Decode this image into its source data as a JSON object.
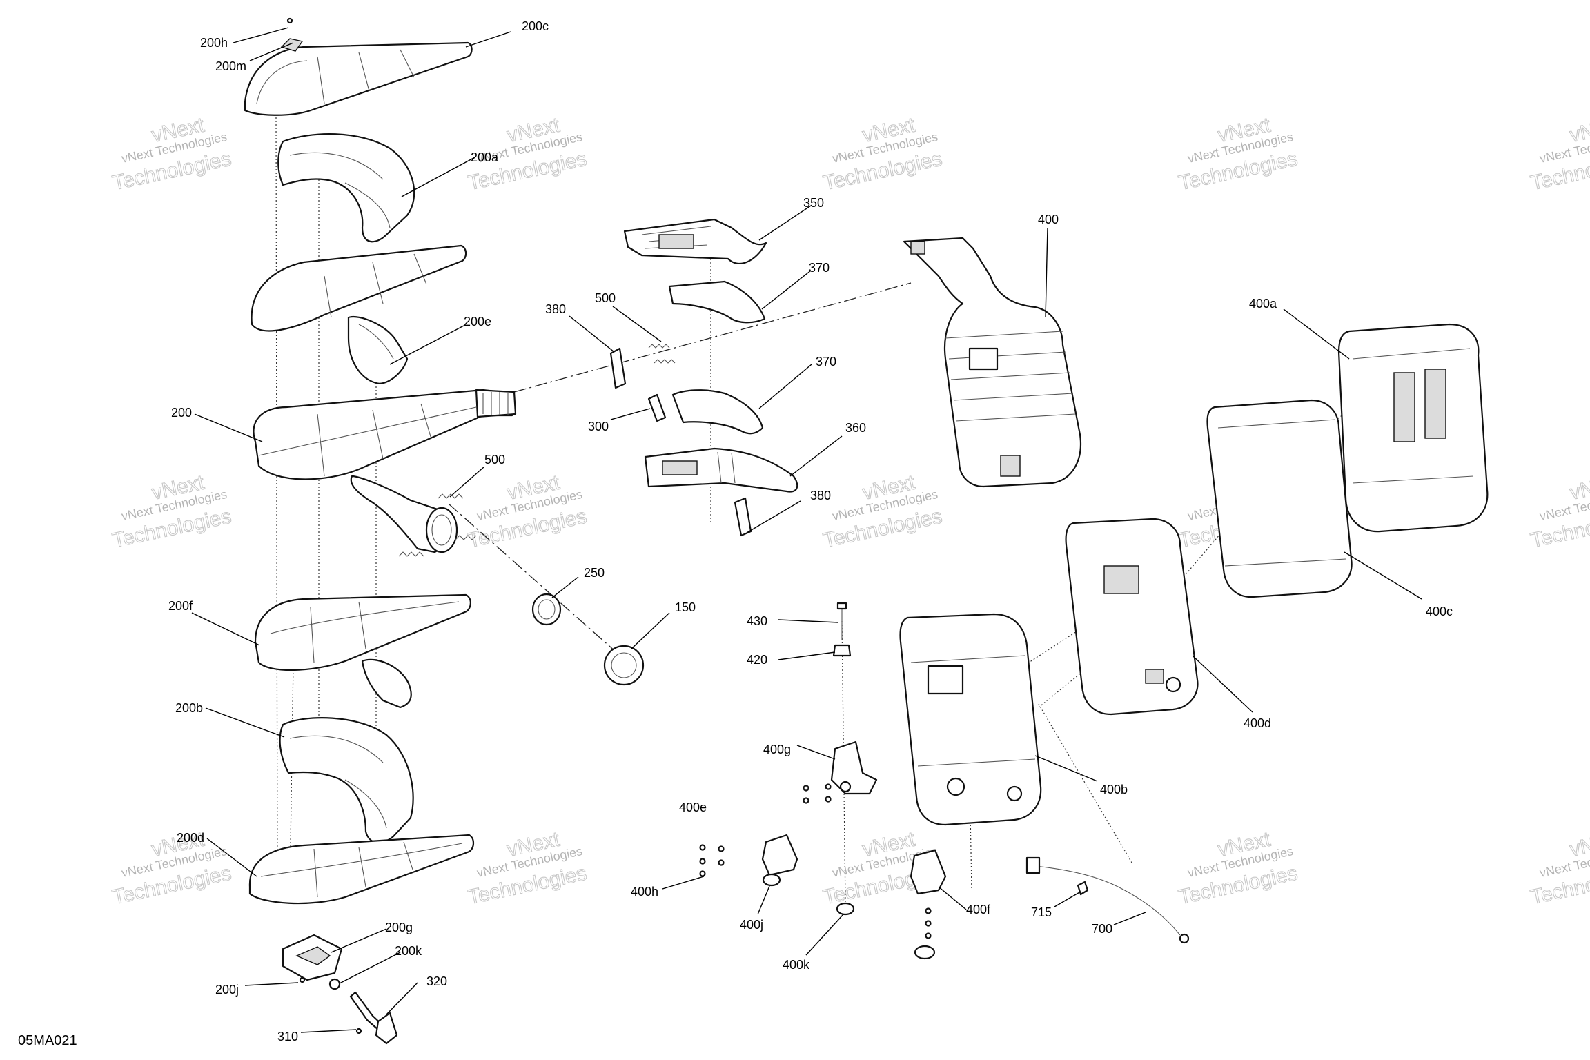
{
  "diagram": {
    "reference_code": "05MA021",
    "watermark": {
      "line1": "vNext Technologies",
      "line2": "Technologies",
      "line3": "vNext"
    },
    "callouts": [
      {
        "id": "200h",
        "label": "200h"
      },
      {
        "id": "200m",
        "label": "200m"
      },
      {
        "id": "200c",
        "label": "200c"
      },
      {
        "id": "200a",
        "label": "200a"
      },
      {
        "id": "200e",
        "label": "200e"
      },
      {
        "id": "200",
        "label": "200"
      },
      {
        "id": "500a",
        "label": "500"
      },
      {
        "id": "500b",
        "label": "500"
      },
      {
        "id": "380a",
        "label": "380"
      },
      {
        "id": "350",
        "label": "350"
      },
      {
        "id": "370a",
        "label": "370"
      },
      {
        "id": "370b",
        "label": "370"
      },
      {
        "id": "300",
        "label": "300"
      },
      {
        "id": "360",
        "label": "360"
      },
      {
        "id": "380b",
        "label": "380"
      },
      {
        "id": "400",
        "label": "400"
      },
      {
        "id": "400a",
        "label": "400a"
      },
      {
        "id": "400c",
        "label": "400c"
      },
      {
        "id": "400d",
        "label": "400d"
      },
      {
        "id": "400b",
        "label": "400b"
      },
      {
        "id": "250",
        "label": "250"
      },
      {
        "id": "150",
        "label": "150"
      },
      {
        "id": "430",
        "label": "430"
      },
      {
        "id": "420",
        "label": "420"
      },
      {
        "id": "400g",
        "label": "400g"
      },
      {
        "id": "400e",
        "label": "400e"
      },
      {
        "id": "400h",
        "label": "400h"
      },
      {
        "id": "400j",
        "label": "400j"
      },
      {
        "id": "400k",
        "label": "400k"
      },
      {
        "id": "400f",
        "label": "400f"
      },
      {
        "id": "715",
        "label": "715"
      },
      {
        "id": "700",
        "label": "700"
      },
      {
        "id": "200f",
        "label": "200f"
      },
      {
        "id": "200b",
        "label": "200b"
      },
      {
        "id": "200d",
        "label": "200d"
      },
      {
        "id": "200g",
        "label": "200g"
      },
      {
        "id": "200k",
        "label": "200k"
      },
      {
        "id": "200j",
        "label": "200j"
      },
      {
        "id": "320",
        "label": "320"
      },
      {
        "id": "310",
        "label": "310"
      }
    ]
  }
}
